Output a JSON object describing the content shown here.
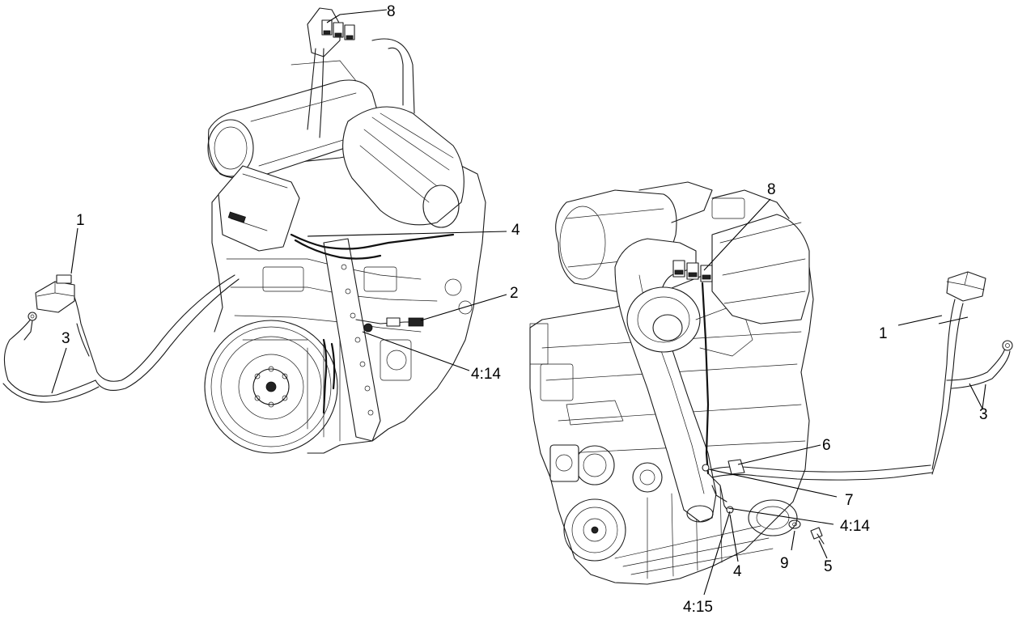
{
  "callouts": {
    "left_view": {
      "c8": "8",
      "c1": "1",
      "c3": "3",
      "c4": "4",
      "c2": "2",
      "c4_14": "4:14"
    },
    "right_view": {
      "c8": "8",
      "c1": "1",
      "c3": "3",
      "c6": "6",
      "c7": "7",
      "c4_14": "4:14",
      "c5": "5",
      "c9": "9",
      "c4": "4",
      "c4_15": "4:15"
    }
  }
}
